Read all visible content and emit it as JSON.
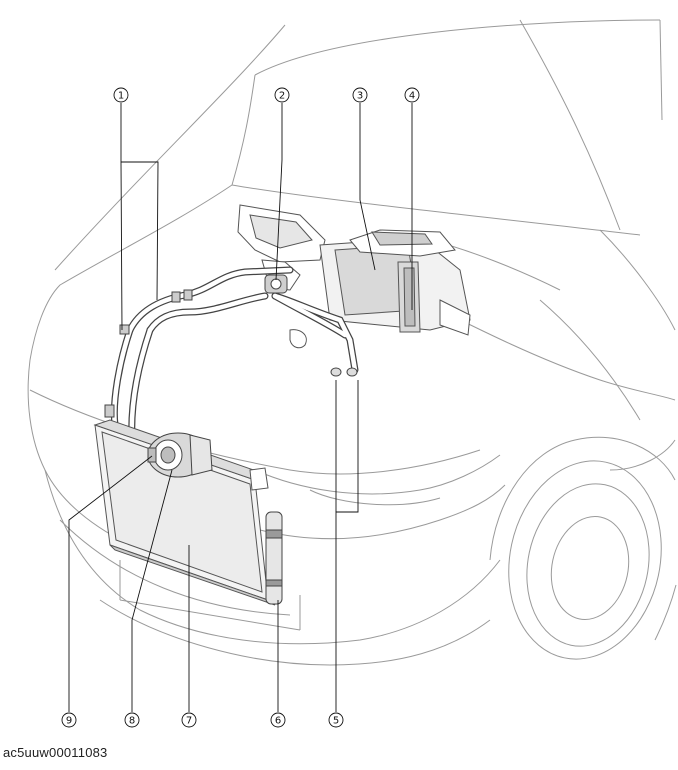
{
  "caption": "ac5uuw00011083",
  "callouts": {
    "c1": "1",
    "c2": "2",
    "c3": "3",
    "c4": "4",
    "c5": "5",
    "c6": "6",
    "c7": "7",
    "c8": "8",
    "c9": "9"
  },
  "colors": {
    "outline": "#555555",
    "light_outline": "#9a9a9a",
    "component_fill": "#d9d9d9",
    "leader": "#111111"
  }
}
